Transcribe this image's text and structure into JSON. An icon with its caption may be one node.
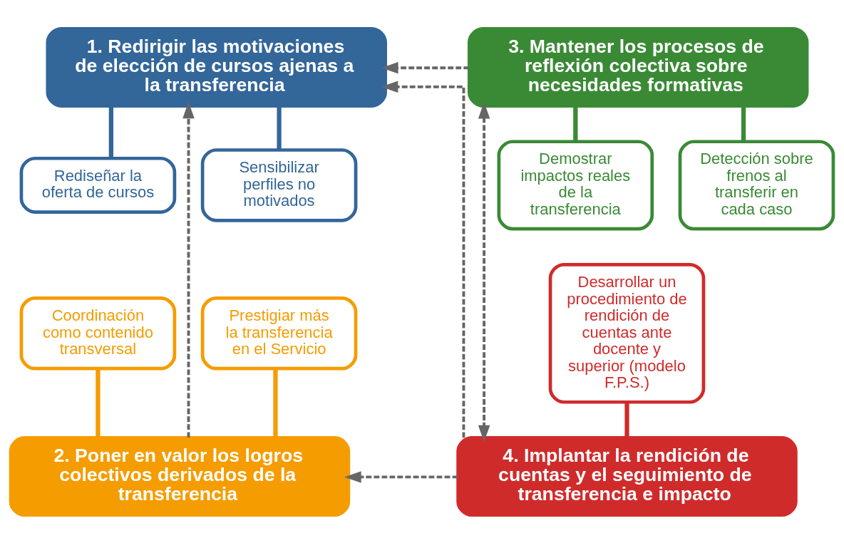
{
  "diagram": {
    "nodes": [
      {
        "text": [
          "1. Redirigir las motivaciones de elección de cursos ajenas a la transferencia"
        ]
      },
      {
        "text": [
          "Rediseñar la oferta de cursos"
        ]
      },
      {
        "text": [
          "Sensibilizar perfiles no motivados"
        ]
      },
      {
        "text": [
          "Coordinación como contenido transversal"
        ]
      },
      {
        "text": [
          "Prestigiar más la transferencia en el Servicio"
        ]
      },
      {
        "text": [
          "2. Poner en valor los logros colectivos derivados de la transferencia"
        ]
      },
      {
        "text": [
          "3. Mantener los procesos de reflexión colectiva sobre necesidades formativas"
        ]
      },
      {
        "text": [
          "Demostrar impactos reales de la transferencia"
        ]
      },
      {
        "text": [
          "Detección sobre frenos al transferir en cada caso"
        ]
      },
      {
        "text": [
          "Desarrollar un procedimiento de rendición de cuentas ante docente y superior (modelo F.P.S.)"
        ]
      },
      {
        "text": [
          "4. Implantar la rendición de cuentas y el seguimiento de transferencia e impacto"
        ]
      }
    ],
    "edges": [
      {
        "from": 0,
        "to": 1,
        "arrow": "none",
        "color": "#336699"
      },
      {
        "from": 0,
        "to": 2,
        "arrow": "none",
        "color": "#336699"
      },
      {
        "from": 6,
        "to": 7,
        "arrow": "none",
        "color": "#3a8a35"
      },
      {
        "from": 6,
        "to": 8,
        "arrow": "none",
        "color": "#3a8a35"
      },
      {
        "from": 3,
        "to": 5,
        "arrow": "none",
        "color": "#f59c00"
      },
      {
        "from": 4,
        "to": 5,
        "arrow": "none",
        "color": "#f59c00"
      },
      {
        "from": 9,
        "to": 10,
        "arrow": "none",
        "color": "#d02b2b"
      },
      {
        "from": 6,
        "to": 0,
        "arrow": "to",
        "style": "dashed",
        "color": "#666666"
      },
      {
        "from": 5,
        "to": 0,
        "arrow": "to",
        "style": "dashed",
        "color": "#666666"
      },
      {
        "from": 10,
        "to": 0,
        "arrow": "to",
        "style": "dashed",
        "color": "#666666"
      },
      {
        "from": 10,
        "to": 5,
        "arrow": "to",
        "style": "dashed",
        "color": "#666666"
      },
      {
        "from": 6,
        "to": 10,
        "arrow": "both",
        "style": "dashed",
        "color": "#666666"
      }
    ]
  }
}
